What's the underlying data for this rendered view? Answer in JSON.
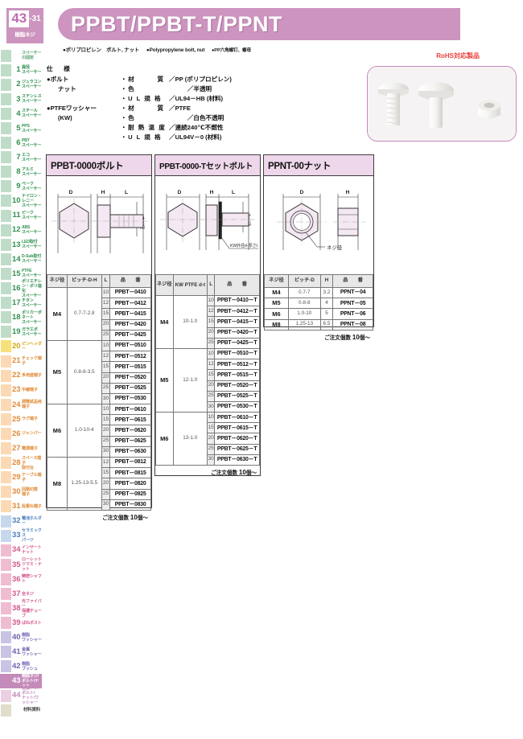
{
  "page": {
    "number": "43",
    "sub_number": "-31",
    "badge_caption": "樹脂ネジ",
    "title": "PPBT/PPBT-T/PPNT",
    "subtitle_items": [
      "●ポリプロピレン　ボルト, ナット",
      "●Polypropylene bolt, nut",
      "●PP六角螺钉、螺母"
    ]
  },
  "rohs": {
    "label": "RoHS対応製品"
  },
  "spec": {
    "title": "仕　様",
    "rows": [
      {
        "left": "●ボルト",
        "key": "・材　　　質",
        "value": "／PP (ポリプロピレン)"
      },
      {
        "left": "ナット",
        "key": "・色",
        "value": "　　　／半透明"
      },
      {
        "left": "",
        "key": "・U L 規 格",
        "value": "／UL94－HB (材料)"
      },
      {
        "left": "●PTFEワッシャー",
        "key": "・材　　　質",
        "value": "／PTFE"
      },
      {
        "left": "(KW)",
        "key": "・色",
        "value": "　　　／白色不透明"
      },
      {
        "left": "",
        "key": "・耐 熱 温 度",
        "value": "／連続240℃不燃性"
      },
      {
        "left": "",
        "key": "・U L 規 格",
        "value": "／UL94V－0 (材料)"
      }
    ]
  },
  "panels": [
    {
      "id": "bolt",
      "heading": "PPBT-0000ボルト",
      "diagram_labels": {
        "d": "D",
        "h": "H",
        "l": "L",
        "thread": "ネジ径"
      },
      "columns": [
        "ネジ径",
        "ピッチ-D-H",
        "L",
        "品　　番"
      ],
      "order_note_prefix": "ご注文個数 ",
      "order_note_qty": "10",
      "order_note_suffix": "個～",
      "groups": [
        {
          "size": "M4",
          "pitch": "0.7-7-2.8",
          "rows": [
            {
              "l": "10",
              "pn": "PPBT－0410"
            },
            {
              "l": "12",
              "pn": "PPBT－0412"
            },
            {
              "l": "15",
              "pn": "PPBT－0415"
            },
            {
              "l": "20",
              "pn": "PPBT－0420"
            },
            {
              "l": "25",
              "pn": "PPBT－0425"
            }
          ]
        },
        {
          "size": "M5",
          "pitch": "0.8-8-3.5",
          "rows": [
            {
              "l": "10",
              "pn": "PPBT－0510"
            },
            {
              "l": "12",
              "pn": "PPBT－0512"
            },
            {
              "l": "15",
              "pn": "PPBT－0515"
            },
            {
              "l": "20",
              "pn": "PPBT－0520"
            },
            {
              "l": "25",
              "pn": "PPBT－0525"
            },
            {
              "l": "30",
              "pn": "PPBT－0530"
            }
          ]
        },
        {
          "size": "M6",
          "pitch": "1.0-10-4",
          "rows": [
            {
              "l": "10",
              "pn": "PPBT－0610"
            },
            {
              "l": "15",
              "pn": "PPBT－0615"
            },
            {
              "l": "20",
              "pn": "PPBT－0620"
            },
            {
              "l": "25",
              "pn": "PPBT－0625"
            },
            {
              "l": "30",
              "pn": "PPBT－0630"
            }
          ]
        },
        {
          "size": "M8",
          "pitch": "1.25-13-5.5",
          "rows": [
            {
              "l": "12",
              "pn": "PPBT－0812"
            },
            {
              "l": "15",
              "pn": "PPBT－0815"
            },
            {
              "l": "20",
              "pn": "PPBT－0820"
            },
            {
              "l": "25",
              "pn": "PPBT－0825"
            },
            {
              "l": "30",
              "pn": "PPBT－0830"
            }
          ]
        }
      ]
    },
    {
      "id": "tbolt",
      "heading": "PPBT-0000-Tセットボルト",
      "diagram_labels": {
        "d": "D",
        "h": "H",
        "l": "L",
        "thread": "ネジ径",
        "kw": "KW外径d-厚さt"
      },
      "columns": [
        "ネジ径",
        "KW PTFE d-t",
        "L",
        "品　　番"
      ],
      "order_note_prefix": "ご注文個数 ",
      "order_note_qty": "10",
      "order_note_suffix": "個～",
      "groups": [
        {
          "size": "M4",
          "pitch": "10-1.0",
          "rows": [
            {
              "l": "10",
              "pn": "PPBT－0410－T"
            },
            {
              "l": "12",
              "pn": "PPBT－0412－T"
            },
            {
              "l": "15",
              "pn": "PPBT－0415－T"
            },
            {
              "l": "20",
              "pn": "PPBT－0420－T"
            },
            {
              "l": "25",
              "pn": "PPBT－0425－T"
            }
          ]
        },
        {
          "size": "M5",
          "pitch": "12-1.0",
          "rows": [
            {
              "l": "10",
              "pn": "PPBT－0510－T"
            },
            {
              "l": "12",
              "pn": "PPBT－0512－T"
            },
            {
              "l": "15",
              "pn": "PPBT－0515－T"
            },
            {
              "l": "20",
              "pn": "PPBT－0520－T"
            },
            {
              "l": "25",
              "pn": "PPBT－0525－T"
            },
            {
              "l": "30",
              "pn": "PPBT－0530－T"
            }
          ]
        },
        {
          "size": "M6",
          "pitch": "13-1.0",
          "rows": [
            {
              "l": "10",
              "pn": "PPBT－0610－T"
            },
            {
              "l": "15",
              "pn": "PPBT－0615－T"
            },
            {
              "l": "20",
              "pn": "PPBT－0620－T"
            },
            {
              "l": "25",
              "pn": "PPBT－0625－T"
            },
            {
              "l": "30",
              "pn": "PPBT－0630－T"
            }
          ]
        }
      ]
    },
    {
      "id": "nut",
      "heading": "PPNT-00ナット",
      "diagram_labels": {
        "d": "D",
        "h": "H",
        "thread": "ネジ径"
      },
      "columns": [
        "ネジ径",
        "ピッチ-D",
        "H",
        "品　　番"
      ],
      "order_note_prefix": "ご注文個数 ",
      "order_note_qty": "10",
      "order_note_suffix": "個～",
      "rows": [
        {
          "size": "M4",
          "pitch": "0.7-7",
          "h": "3.2",
          "pn": "PPNT－04"
        },
        {
          "size": "M5",
          "pitch": "0.8-8",
          "h": "4",
          "pn": "PPNT－05"
        },
        {
          "size": "M6",
          "pitch": "1.0-10",
          "h": "5",
          "pn": "PPNT－06"
        },
        {
          "size": "M8",
          "pitch": "1.25-13",
          "h": "6.5",
          "pn": "PPNT－08"
        }
      ]
    }
  ],
  "sidebar": {
    "items": [
      {
        "num": "",
        "label": "スペーサー\nの固定",
        "swatch": "#bfdcc8",
        "text": "#57a06f"
      },
      {
        "num": "1",
        "label": "異径\nスペーサー",
        "swatch": "#bfdcc8",
        "text": "#2f9150"
      },
      {
        "num": "2",
        "label": "ジュラコン\nスペーサー",
        "swatch": "#bfdcc8",
        "text": "#2f9150"
      },
      {
        "num": "3",
        "label": "ステンレス\nスペーサー",
        "swatch": "#bfdcc8",
        "text": "#2f9150"
      },
      {
        "num": "4",
        "label": "スチール\nスペーサー",
        "swatch": "#bfdcc8",
        "text": "#2f9150"
      },
      {
        "num": "5",
        "label": "PPS\nスペーサー",
        "swatch": "#bfdcc8",
        "text": "#2f9150"
      },
      {
        "num": "6",
        "label": "PBT\nスペーサー",
        "swatch": "#bfdcc8",
        "text": "#2f9150"
      },
      {
        "num": "7",
        "label": "エコ\nスペーサー",
        "swatch": "#bfdcc8",
        "text": "#2f9150"
      },
      {
        "num": "8",
        "label": "アルミ\nスペーサー",
        "swatch": "#bfdcc8",
        "text": "#2f9150"
      },
      {
        "num": "9",
        "label": "ベーク\nスペーサー",
        "swatch": "#bfdcc8",
        "text": "#2f9150"
      },
      {
        "num": "10",
        "label": "ナイロン・レニー\nスペーサー",
        "swatch": "#bfdcc8",
        "text": "#2f9150"
      },
      {
        "num": "11",
        "label": "ピーク\nスペーサー",
        "swatch": "#bfdcc8",
        "text": "#2f9150"
      },
      {
        "num": "12",
        "label": "ABS\nスペーサー",
        "swatch": "#bfdcc8",
        "text": "#2f9150"
      },
      {
        "num": "13",
        "label": "LED取付\nスペーサー",
        "swatch": "#bfdcc8",
        "text": "#2f9150"
      },
      {
        "num": "14",
        "label": "D-Sub取付\nスペーサー",
        "swatch": "#bfdcc8",
        "text": "#2f9150"
      },
      {
        "num": "15",
        "label": "PTFE\nスペーサー",
        "swatch": "#bfdcc8",
        "text": "#2f9150"
      },
      {
        "num": "16",
        "label": "ポリエチレン・ポリ塩化\nスペーサー",
        "swatch": "#bfdcc8",
        "text": "#2f9150"
      },
      {
        "num": "17",
        "label": "チタン\nスペーサー",
        "swatch": "#bfdcc8",
        "text": "#2f9150"
      },
      {
        "num": "18",
        "label": "ポリカーボネート\nスペーサー",
        "swatch": "#bfdcc8",
        "text": "#2f9150"
      },
      {
        "num": "19",
        "label": "ガラエポ\nスペーサー",
        "swatch": "#bfdcc8",
        "text": "#2f9150"
      },
      {
        "num": "20",
        "label": "ピンヘッダー",
        "swatch": "#f7e07a",
        "text": "#d3a50d"
      },
      {
        "num": "21",
        "label": "チェック端子",
        "swatch": "#fbd9b4",
        "text": "#e08a35"
      },
      {
        "num": "22",
        "label": "多用途端子",
        "swatch": "#fbd9b4",
        "text": "#e08a35"
      },
      {
        "num": "23",
        "label": "中継端子",
        "swatch": "#fbd9b4",
        "text": "#e08a35"
      },
      {
        "num": "24",
        "label": "調整試品用\n端子",
        "swatch": "#fbd9b4",
        "text": "#e08a35"
      },
      {
        "num": "25",
        "label": "ラグ端子",
        "swatch": "#fbd9b4",
        "text": "#e08a35"
      },
      {
        "num": "26",
        "label": "ジャンパー",
        "swatch": "#fbd9b4",
        "text": "#e08a35"
      },
      {
        "num": "27",
        "label": "電源端子",
        "swatch": "#fbd9b4",
        "text": "#e08a35"
      },
      {
        "num": "28",
        "label": "スペース端子\n取付台",
        "swatch": "#fbd9b4",
        "text": "#e08a35"
      },
      {
        "num": "29",
        "label": "ケーブル端子",
        "swatch": "#fbd9b4",
        "text": "#e08a35"
      },
      {
        "num": "30",
        "label": "回路切替\n端子",
        "swatch": "#fbd9b4",
        "text": "#e08a35"
      },
      {
        "num": "31",
        "label": "段重ね端子",
        "swatch": "#fbd9b4",
        "text": "#e08a35"
      },
      {
        "num": "32",
        "label": "電池ホルダー",
        "swatch": "#c7d8ee",
        "text": "#4a7fbd"
      },
      {
        "num": "33",
        "label": "セラミックス\nパーツ",
        "swatch": "#c7d8ee",
        "text": "#4a7fbd"
      },
      {
        "num": "34",
        "label": "インサート\nナット",
        "swatch": "#f0bcd2",
        "text": "#d4568e"
      },
      {
        "num": "35",
        "label": "ローレット\nツマミ・ナット",
        "swatch": "#f0bcd2",
        "text": "#d4568e"
      },
      {
        "num": "36",
        "label": "精密シャフト",
        "swatch": "#f0bcd2",
        "text": "#d4568e"
      },
      {
        "num": "37",
        "label": "全ネジ",
        "swatch": "#f0bcd2",
        "text": "#d4568e"
      },
      {
        "num": "38",
        "label": "光ファイバー\n保護チューブ",
        "swatch": "#f0bcd2",
        "text": "#d4568e"
      },
      {
        "num": "39",
        "label": "ばねポスト",
        "swatch": "#f0bcd2",
        "text": "#d4568e"
      },
      {
        "num": "40",
        "label": "樹脂\nワッシャー",
        "swatch": "#c9c3e4",
        "text": "#6f63b5"
      },
      {
        "num": "41",
        "label": "金属\nワッシャー",
        "swatch": "#c9c3e4",
        "text": "#6f63b5"
      },
      {
        "num": "42",
        "label": "樹脂\nブッシュ",
        "swatch": "#c9c3e4",
        "text": "#6f63b5"
      },
      {
        "num": "43",
        "label": "樹脂ネジ/\nボルト/ナット",
        "swatch": "#c48ab9",
        "text": "#ffffff",
        "active": true
      },
      {
        "num": "44",
        "label": "金属ネジ/ボルト/\nナット/ワッシャー",
        "swatch": "#eccfe3",
        "text": "#c48ab9"
      },
      {
        "num": "",
        "label": "材料資料",
        "swatch": "#e0ddcb",
        "text": "#444444",
        "tail": true
      }
    ]
  }
}
